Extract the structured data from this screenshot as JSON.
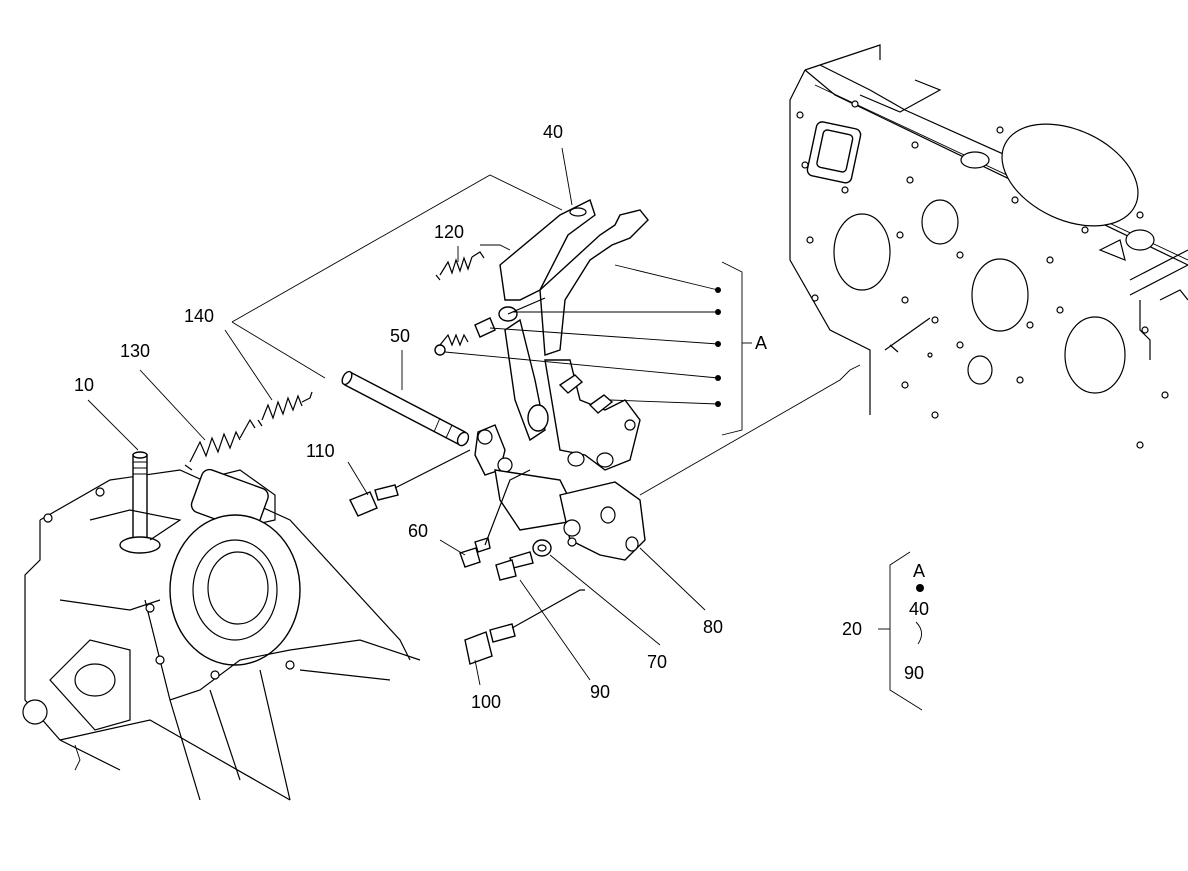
{
  "callouts": {
    "p10": "10",
    "p20": "20",
    "p40": "40",
    "p50": "50",
    "p60": "60",
    "p70": "70",
    "p80": "80",
    "p90": "90",
    "p100": "100",
    "p110": "110",
    "p120": "120",
    "p130": "130",
    "p140": "140",
    "group_a": "A"
  },
  "kit_legend": {
    "group": "A",
    "item_1": "40",
    "item_2": "90"
  }
}
